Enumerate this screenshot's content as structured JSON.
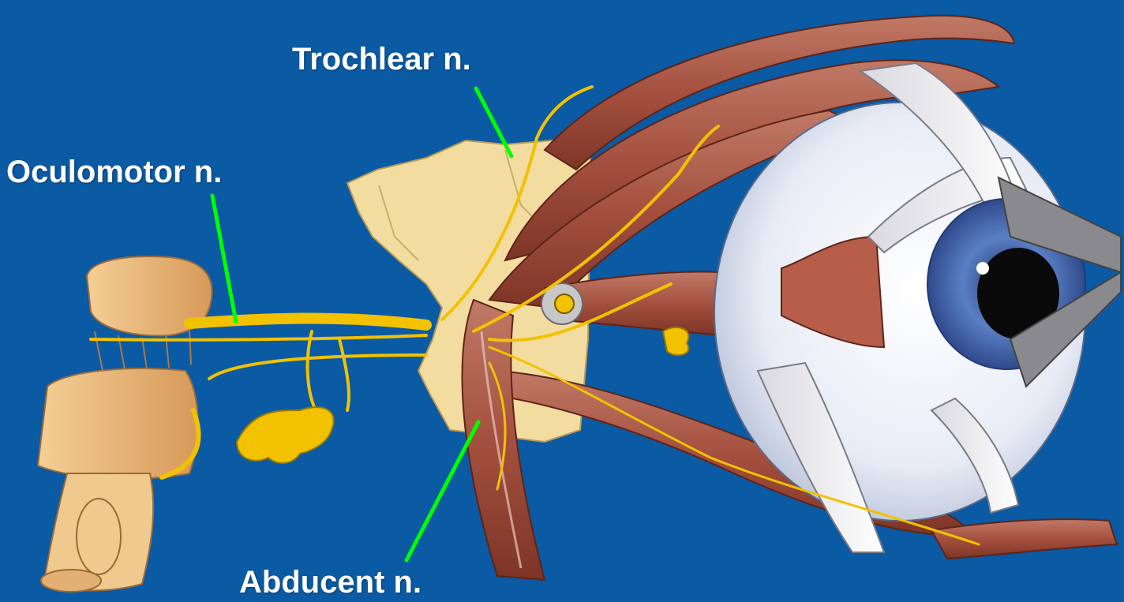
{
  "labels": {
    "trochlear": "Trochlear n.",
    "oculomotor": "Oculomotor n.",
    "abducent": "Abducent n."
  },
  "colors": {
    "background": "#0b5aa4",
    "leader_line": "#00ff00",
    "nerve": "#f2c200",
    "muscle": "#a5503f",
    "bone": "#f3dca0",
    "brainstem": "#e7b273",
    "sclera": "#eef1f8",
    "iris": "#4b6fb3",
    "pupil": "#0a0a0a"
  },
  "illustration": {
    "subject": "extraocular-muscles-and-cranial-nerves",
    "icons": [
      "brainstem",
      "nerve-bundle",
      "eyeball",
      "eye-muscles",
      "ganglion"
    ]
  }
}
